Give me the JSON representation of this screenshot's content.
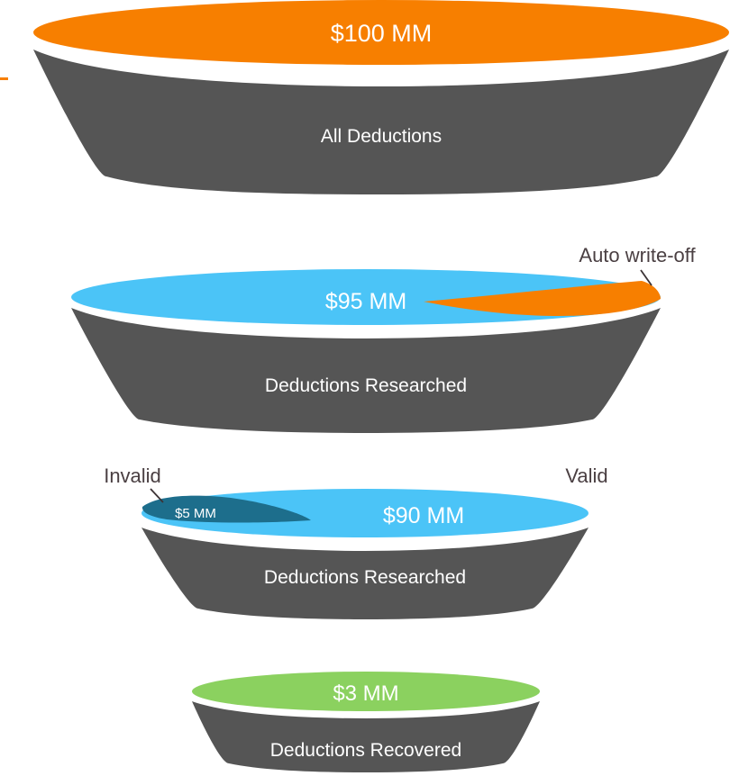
{
  "chart_data": {
    "type": "funnel",
    "title": "",
    "units": "MM USD",
    "stages": [
      {
        "id": "all-deductions",
        "value": 100,
        "value_label": "$100 MM",
        "stage_label": "All Deductions",
        "top_color": "#F77F00",
        "body_color": "#555555"
      },
      {
        "id": "deductions-researched-95",
        "value": 95,
        "value_label": "$95 MM",
        "stage_label": "Deductions Researched",
        "top_color": "#4BC4F7",
        "body_color": "#555555",
        "slice": {
          "id": "auto-write-off",
          "label": "Auto write-off",
          "value": 5,
          "value_label": "",
          "color": "#F77F00"
        }
      },
      {
        "id": "deductions-researched-90",
        "value": 90,
        "value_label": "$90 MM",
        "stage_label": "Deductions Researched",
        "top_color": "#4BC4F7",
        "body_color": "#555555",
        "slice": {
          "id": "invalid",
          "label": "Invalid",
          "value": 5,
          "value_label": "$5 MM",
          "color": "#1D6E8C"
        },
        "right_label": "Valid"
      },
      {
        "id": "deductions-recovered",
        "value": 3,
        "value_label": "$3 MM",
        "stage_label": "Deductions Recovered",
        "top_color": "#8BD15F",
        "body_color": "#555555"
      }
    ],
    "annotations": [
      {
        "id": "auto-write-off-callout",
        "text": "Auto write-off"
      },
      {
        "id": "invalid-callout",
        "text": "Invalid"
      },
      {
        "id": "valid-callout",
        "text": "Valid"
      }
    ],
    "colors": {
      "orange": "#F77F00",
      "blue": "#4BC4F7",
      "teal": "#1D6E8C",
      "green": "#8BD15F",
      "gray": "#555555",
      "text_dark": "#4a3f42",
      "background": "#FFFFFF"
    }
  },
  "funnel": {
    "stage1": {
      "value_label": "$100 MM",
      "stage_label": "All Deductions"
    },
    "stage2": {
      "value_label": "$95 MM",
      "stage_label": "Deductions Researched",
      "callout": "Auto write-off"
    },
    "stage3": {
      "value_label": "$90 MM",
      "stage_label": "Deductions Researched",
      "slice_label": "$5 MM",
      "callout_left": "Invalid",
      "callout_right": "Valid"
    },
    "stage4": {
      "value_label": "$3 MM",
      "stage_label": "Deductions Recovered"
    }
  }
}
